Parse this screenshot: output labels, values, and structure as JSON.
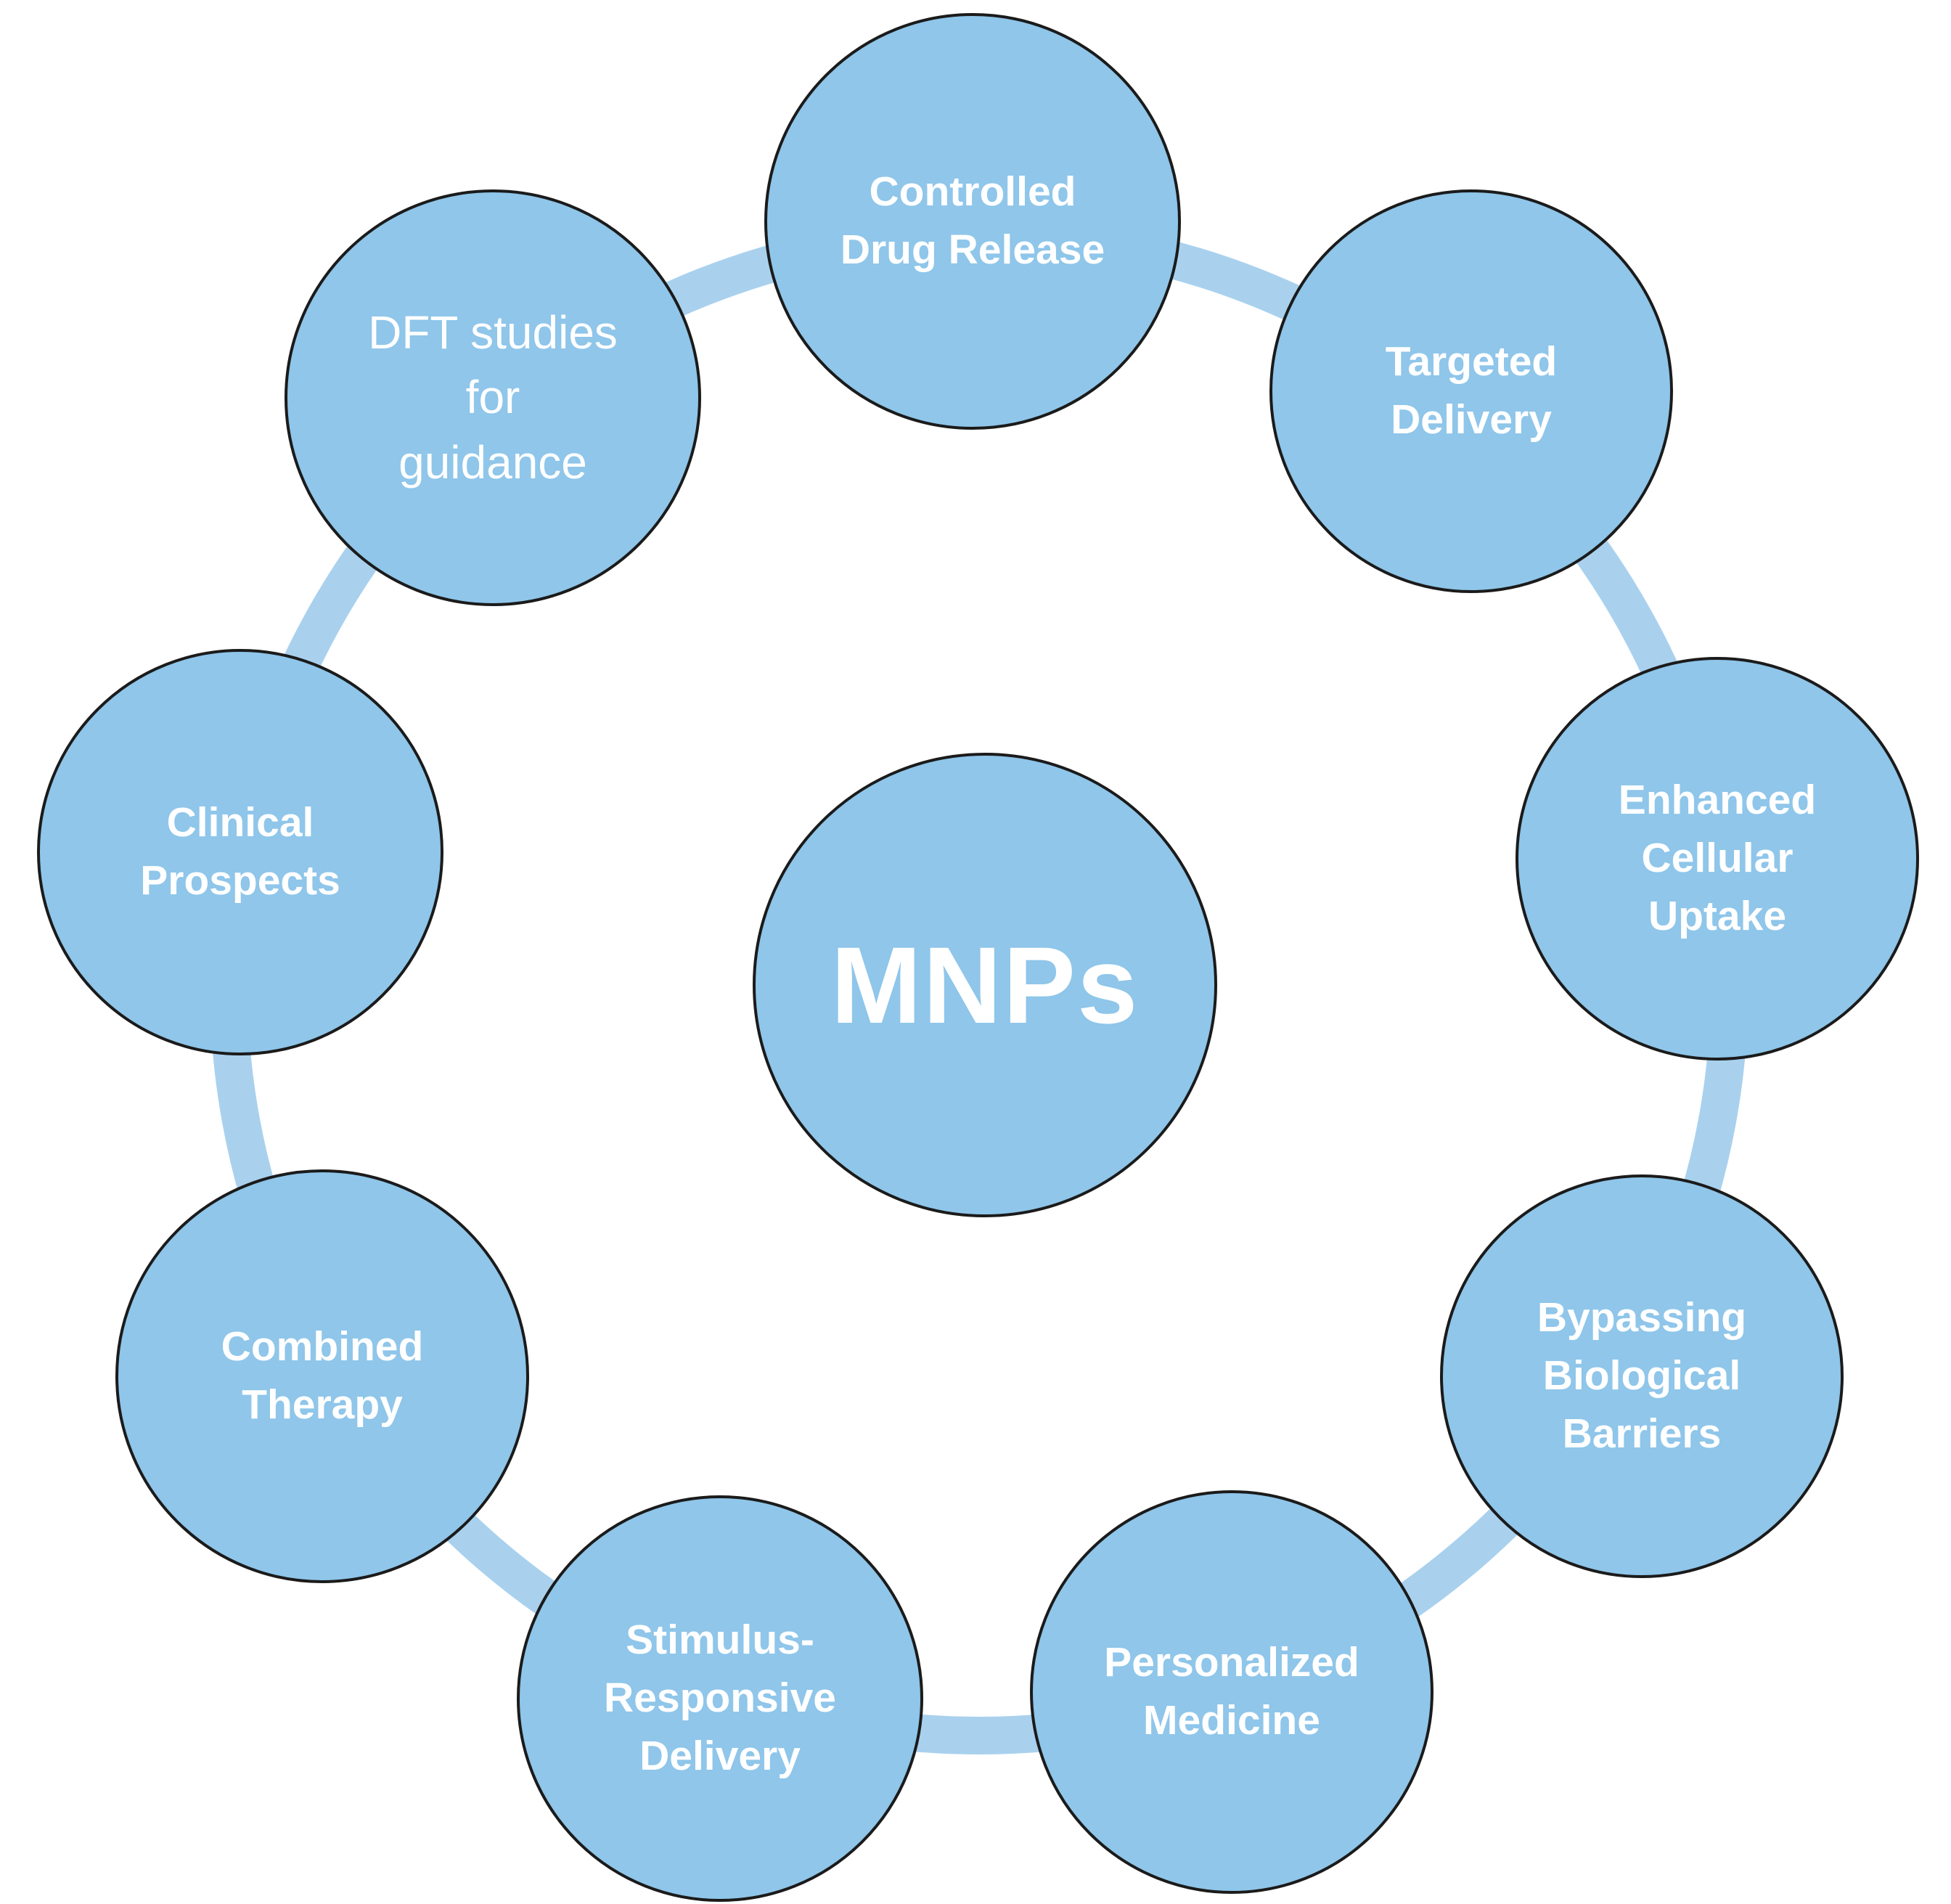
{
  "diagram": {
    "center": {
      "label": "MNPs"
    },
    "nodes": [
      {
        "id": "controlled-drug-release",
        "label": "Controlled\nDrug Release"
      },
      {
        "id": "targeted-delivery",
        "label": "Targeted\nDelivery"
      },
      {
        "id": "enhanced-cellular-uptake",
        "label": "Enhanced\nCellular\nUptake"
      },
      {
        "id": "bypassing-biological-barriers",
        "label": "Bypassing\nBiological\nBarriers"
      },
      {
        "id": "personalized-medicine",
        "label": "Personalized\nMedicine"
      },
      {
        "id": "stimulus-responsive-delivery",
        "label": "Stimulus-\nResponsive\nDelivery"
      },
      {
        "id": "combined-therapy",
        "label": "Combined\nTherapy"
      },
      {
        "id": "clinical-prospects",
        "label": "Clinical\nProspects"
      },
      {
        "id": "dft-studies-for-guidance",
        "label": "DFT studies\nfor\nguidance"
      }
    ],
    "colors": {
      "node_fill": "#8FC6EA",
      "ring": "#A9D1EE",
      "outline": "#1B1B1B",
      "text": "#FFFFFF"
    }
  }
}
